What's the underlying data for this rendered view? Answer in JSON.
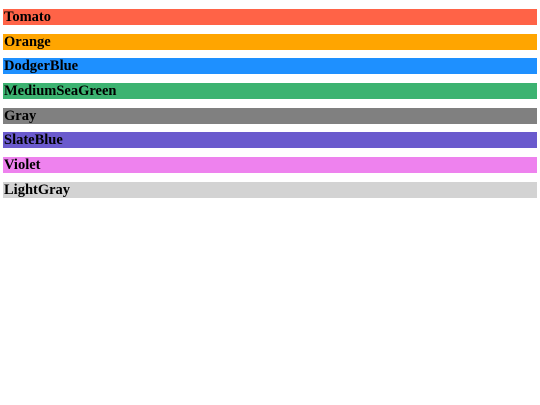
{
  "bands": [
    {
      "label": "Tomato",
      "color": "#ff6347"
    },
    {
      "label": "Orange",
      "color": "#ffa500"
    },
    {
      "label": "DodgerBlue",
      "color": "#1e90ff"
    },
    {
      "label": "MediumSeaGreen",
      "color": "#3cb371"
    },
    {
      "label": "Gray",
      "color": "#808080"
    },
    {
      "label": "SlateBlue",
      "color": "#6a5acd"
    },
    {
      "label": "Violet",
      "color": "#ee82ee"
    },
    {
      "label": "LightGray",
      "color": "#d3d3d3"
    }
  ]
}
